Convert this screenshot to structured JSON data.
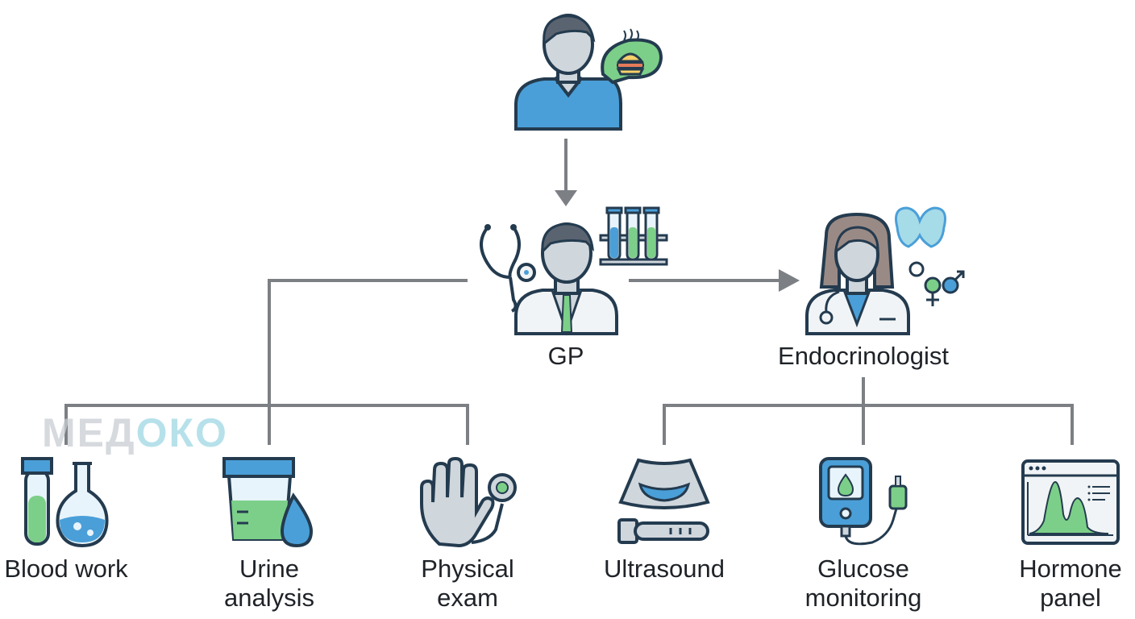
{
  "roles": {
    "gp": "GP",
    "endocrinologist": "Endocrinologist"
  },
  "tests": {
    "blood_work": "Blood work",
    "urine_analysis": [
      "Urine",
      "analysis"
    ],
    "physical_exam": [
      "Physical",
      "exam"
    ],
    "ultrasound": "Ultrasound",
    "glucose_monitoring": [
      "Glucose",
      "monitoring"
    ],
    "hormone_panel": [
      "Hormone",
      "panel"
    ]
  },
  "watermark": {
    "part1": "МЕД",
    "part2": "О",
    "part3": "КО"
  },
  "colors": {
    "connector": "#7c7f83",
    "outline": "#243b4f",
    "blue": "#4a9fd8",
    "green": "#7ccf88",
    "grey": "#cfd6dc"
  }
}
